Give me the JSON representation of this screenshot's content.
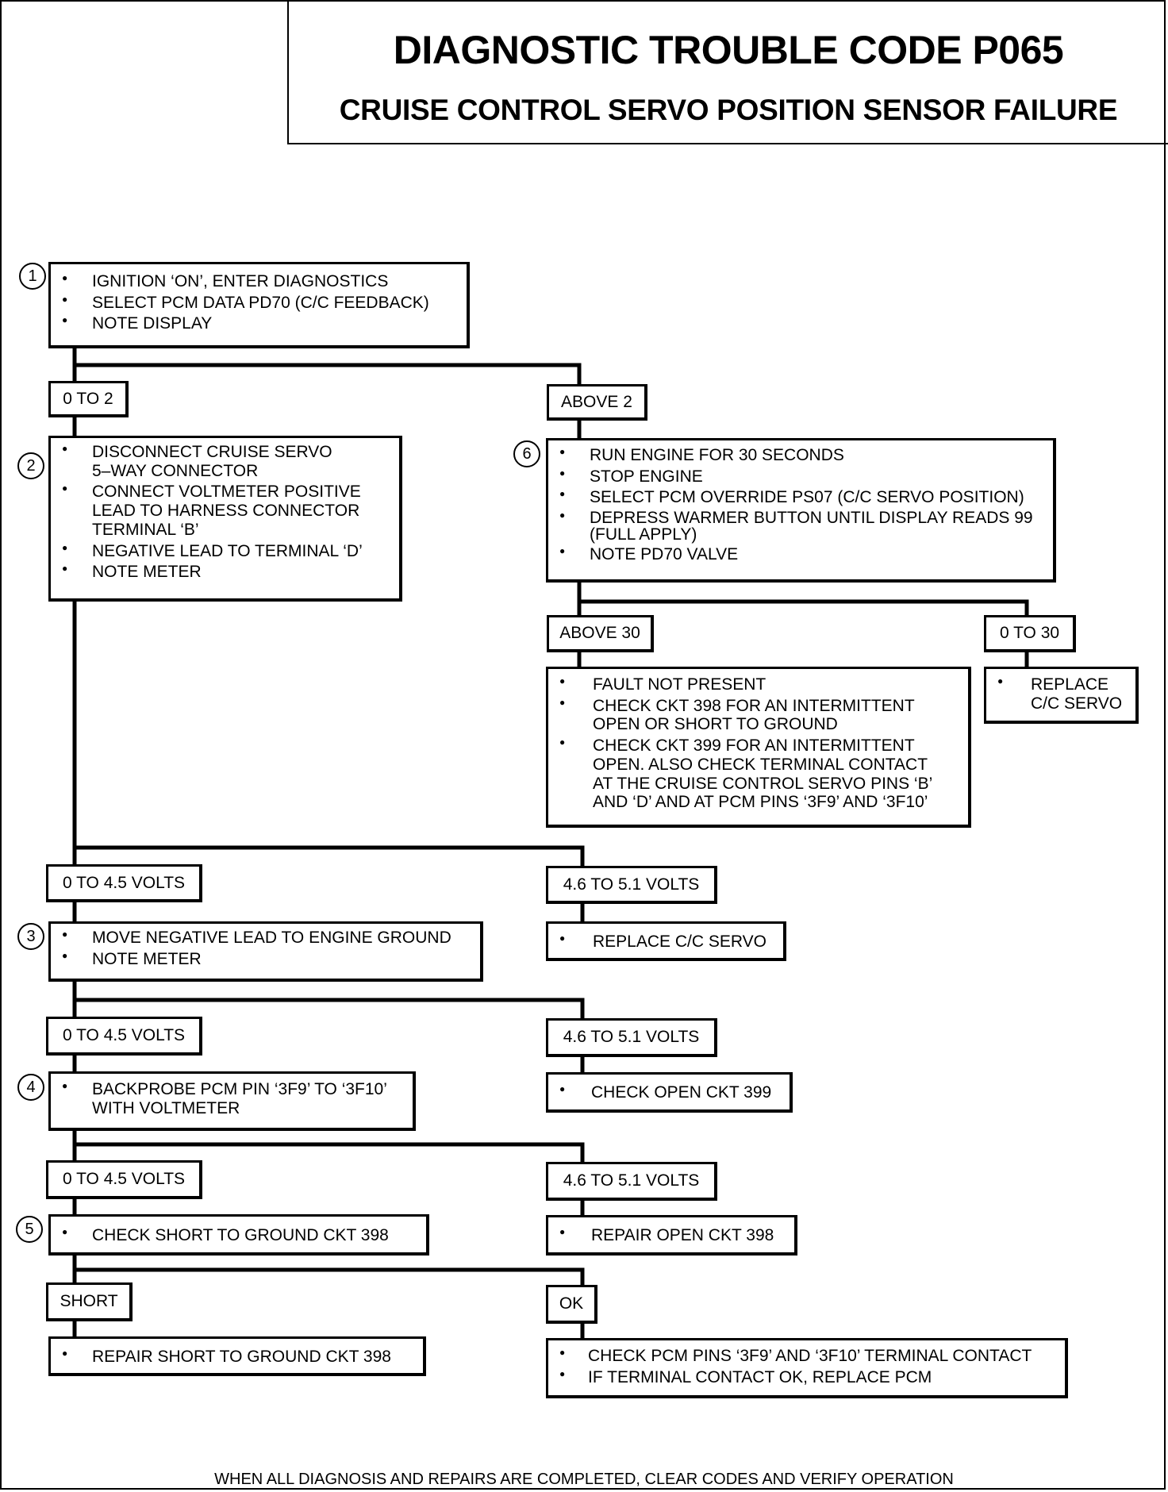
{
  "title": "DIAGNOSTIC TROUBLE CODE P065",
  "subtitle": "CRUISE CONTROL SERVO POSITION SENSOR FAILURE",
  "steps": {
    "s1": {
      "num": "1",
      "items": [
        "IGNITION ‘ON’, ENTER DIAGNOSTICS",
        "SELECT PCM DATA PD70 (C/C FEEDBACK)",
        "NOTE DISPLAY"
      ]
    },
    "s2": {
      "num": "2",
      "items": [
        "DISCONNECT CRUISE SERVO\n5–WAY CONNECTOR",
        "CONNECT VOLTMETER POSITIVE\nLEAD TO HARNESS CONNECTOR\nTERMINAL ‘B’",
        "NEGATIVE LEAD TO TERMINAL ‘D’",
        "NOTE METER"
      ]
    },
    "s3": {
      "num": "3",
      "items": [
        "MOVE NEGATIVE LEAD TO ENGINE GROUND",
        "NOTE METER"
      ]
    },
    "s4": {
      "num": "4",
      "items": [
        "BACKPROBE PCM PIN ‘3F9’ TO ‘3F10’\nWITH VOLTMETER"
      ]
    },
    "s5": {
      "num": "5",
      "items": [
        "CHECK SHORT TO GROUND CKT 398"
      ]
    },
    "s6": {
      "num": "6",
      "items": [
        "RUN ENGINE FOR 30 SECONDS",
        "STOP ENGINE",
        "SELECT PCM OVERRIDE PS07 (C/C SERVO POSITION)",
        "DEPRESS WARMER BUTTON UNTIL DISPLAY READS 99\n(FULL APPLY)",
        "NOTE PD70 VALVE"
      ]
    }
  },
  "results": {
    "fault_not_present": [
      "FAULT NOT PRESENT",
      "CHECK CKT 398 FOR AN INTERMITTENT\nOPEN OR SHORT TO GROUND",
      "CHECK CKT 399 FOR AN INTERMITTENT\nOPEN. ALSO CHECK TERMINAL CONTACT\nAT THE CRUISE CONTROL SERVO PINS ‘B’\nAND ‘D’ AND AT PCM PINS ‘3F9’ AND ‘3F10’"
    ],
    "replace_servo_a": [
      "REPLACE\nC/C SERVO"
    ],
    "replace_servo_b": [
      "REPLACE C/C SERVO"
    ],
    "check_open_399": [
      "CHECK OPEN CKT 399"
    ],
    "repair_open_398": [
      "REPAIR OPEN CKT 398"
    ],
    "repair_short_398": [
      "REPAIR SHORT TO GROUND CKT 398"
    ],
    "check_pcm_pins": [
      "CHECK PCM PINS ‘3F9’ AND ‘3F10’ TERMINAL CONTACT",
      "IF TERMINAL CONTACT OK, REPLACE PCM"
    ]
  },
  "labels": {
    "l_0to2": "0 TO 2",
    "l_above2": "ABOVE 2",
    "l_above30": "ABOVE 30",
    "l_0to30": "0 TO 30",
    "l_a_low": "0 TO 4.5 VOLTS",
    "l_a_high": "4.6 TO 5.1 VOLTS",
    "l_b_low": "0 TO 4.5 VOLTS",
    "l_b_high": "4.6 TO 5.1 VOLTS",
    "l_c_low": "0 TO 4.5 VOLTS",
    "l_c_high": "4.6 TO 5.1 VOLTS",
    "l_short": "SHORT",
    "l_ok": "OK"
  },
  "footer": "WHEN ALL DIAGNOSIS AND REPAIRS ARE COMPLETED, CLEAR CODES AND VERIFY OPERATION"
}
